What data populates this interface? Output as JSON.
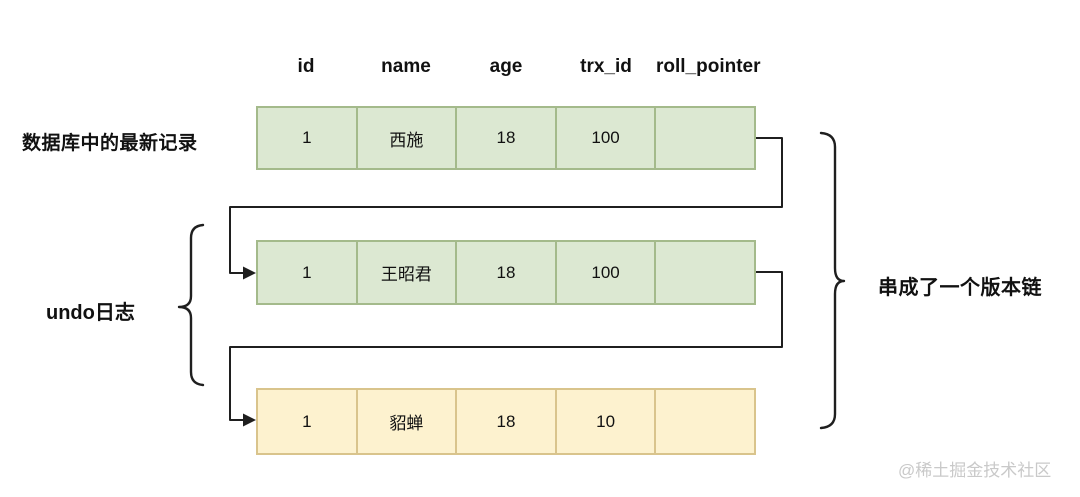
{
  "table": {
    "headers": [
      "id",
      "name",
      "age",
      "trx_id",
      "roll_pointer"
    ],
    "rows": [
      {
        "theme": "green",
        "cells": [
          "1",
          "西施",
          "18",
          "100",
          ""
        ]
      },
      {
        "theme": "green",
        "cells": [
          "1",
          "王昭君",
          "18",
          "100",
          ""
        ]
      },
      {
        "theme": "yellow",
        "cells": [
          "1",
          "貂蝉",
          "18",
          "10",
          ""
        ]
      }
    ]
  },
  "labels": {
    "latest_record": "数据库中的最新记录",
    "undo_log": "undo日志",
    "version_chain": "串成了一个版本链"
  },
  "watermark": "@稀土掘金技术社区",
  "colors": {
    "green_fill": "#dce8d2",
    "green_border": "#a4ba8b",
    "yellow_fill": "#fdf2cf",
    "yellow_border": "#d9c48c",
    "line": "#1f1f1f",
    "watermark": "#c9c9c9"
  }
}
